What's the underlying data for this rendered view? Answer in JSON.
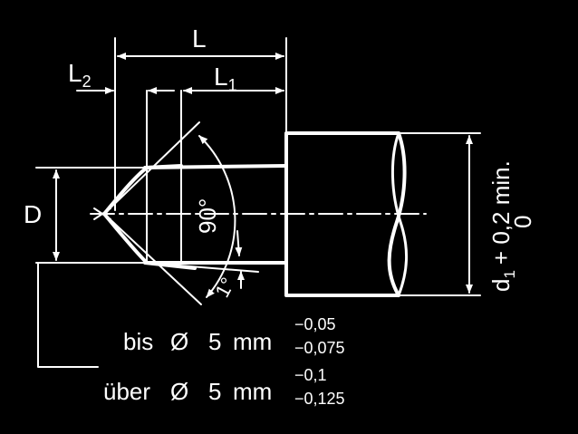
{
  "colors": {
    "background": "#000000",
    "ink": "#ffffff"
  },
  "labels": {
    "L": "L",
    "L1": "L",
    "L1_sub": "1",
    "L2": "L",
    "L2_sub": "2",
    "D": "D",
    "angle_90": "90°",
    "angle_1": "1°",
    "d1_main": "d",
    "d1_sub": "1",
    "d1_rest": "+ 0,2  min.",
    "d1_lower": "0"
  },
  "tolerances": [
    {
      "prefix": "bis",
      "diameter_symbol": "Ø",
      "value": "5",
      "unit": "mm",
      "upper": "−0,05",
      "lower": "−0,075"
    },
    {
      "prefix": "über",
      "diameter_symbol": "Ø",
      "value": "5",
      "unit": "mm",
      "upper": "−0,1",
      "lower": "−0,125"
    }
  ]
}
